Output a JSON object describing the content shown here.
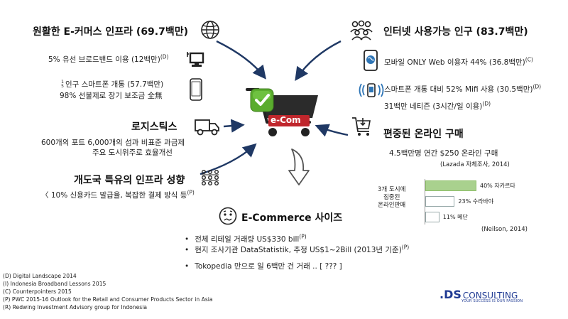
{
  "left": {
    "infra": {
      "title": "원활한 E-커머스 인프라 (69.7백만)",
      "line1": "5% 유선 브로드밴드 이용 (12백만)",
      "line1_src": "(D)",
      "frac": "1/5",
      "line2": "인구 스마트폰 개통 (57.7백만)",
      "line3": "98% 선불제로 장기 보조금 全無"
    },
    "logistics": {
      "title": "로지스틱스",
      "line1": "600개의 포트 6,000개의 섬과 비표준 과금제",
      "line2": "주요 도시위주로 효율개선"
    },
    "developing": {
      "title": "개도국 특유의 인프라 성향",
      "line1": "〈 10% 신용카드 발급율, 복잡한 결제 방식 등",
      "line1_src": "(P)"
    }
  },
  "right": {
    "internet": {
      "title": "인터넷 사용가능 인구 (83.7백만)",
      "line1": "모바일 ONLY Web 이용자 44% (36.8백만)",
      "line1_src": "(C)",
      "line2": "스마트폰 개통 대비 52% Mifi 사용 (30.5백만)",
      "line2_src": "(D)",
      "line3": "31백만 네티즌 (3시간/일 이용)",
      "line3_src": "(D)"
    },
    "purchase": {
      "title": "편중된 온라인 구매",
      "line1": "4.5백만명 연간 $250 온라인 구매",
      "line1_note": "(Lazada 자체조사, 2014)",
      "side_label_1": "3개 도시에",
      "side_label_2": "집중된",
      "side_label_3": "온라인판매",
      "chart_note": "(Neilson, 2014)"
    }
  },
  "center": {
    "cart_label": "e-Com"
  },
  "size": {
    "title": "E-Commerce 사이즈",
    "b1": "전체 리테일 거래량 US$330 bill",
    "b1_src": "(P)",
    "b2": "현지 조사기관 DataStatistik, 추정 US$1~2Bill (2013년 기준)",
    "b2_src": "(P)",
    "b3": "Tokopedia 만으로 일 6백만 건 거래  .. [ ??? ]",
    "bullet": "•"
  },
  "chart_data": {
    "type": "bar",
    "orientation": "horizontal",
    "categories": [
      "자카르타",
      "수라바야",
      "메단"
    ],
    "values": [
      40,
      23,
      11
    ],
    "labels": [
      "40% 자카르타",
      "23% 수라바야",
      "11% 메단"
    ],
    "unit": "%",
    "xlim": [
      0,
      40
    ],
    "colors": [
      "#a9d18e",
      "#ffffff",
      "#ffffff"
    ]
  },
  "footnotes": [
    "(D) Digital Landscape 2014",
    "(I) Indonesia Broadband Lessons 2015",
    "(C) Counterpointers 2015",
    "(P) PWC 2015-16 Outlook for the Retail and Consumer Products Sector in Asia",
    "(R) Redwing Investment Advisory group for Indonesia"
  ],
  "logo": {
    "mark": ".DS",
    "name": "CONSULTING",
    "tagline": "YOUR SUCCESS IS OUR PASSION"
  },
  "colors": {
    "arrow": "#1f3864",
    "accent_red": "#c0262c",
    "check_green": "#5aac2e",
    "bar_green": "#a9d18e",
    "logo_blue": "#1f3a93"
  },
  "icons": [
    "globe-icon",
    "people-icon",
    "monitor-icon",
    "smartphone-icon",
    "mobile-globe-icon",
    "wifi-device-icon",
    "truck-icon",
    "shopping-cart-icon",
    "network-grid-icon",
    "confused-face-icon",
    "ecommerce-cart-icon",
    "down-arrow-icon"
  ]
}
